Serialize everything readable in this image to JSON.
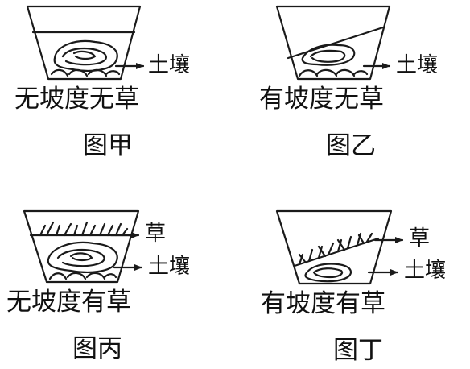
{
  "labels": {
    "soil": "土壤",
    "grass": "草"
  },
  "figures": [
    {
      "condition": "无坡度无草",
      "caption": "图甲"
    },
    {
      "condition": "有坡度无草",
      "caption": "图乙"
    },
    {
      "condition": "无坡度有草",
      "caption": "图丙"
    },
    {
      "condition": "有坡度有草",
      "caption": "图丁"
    }
  ]
}
